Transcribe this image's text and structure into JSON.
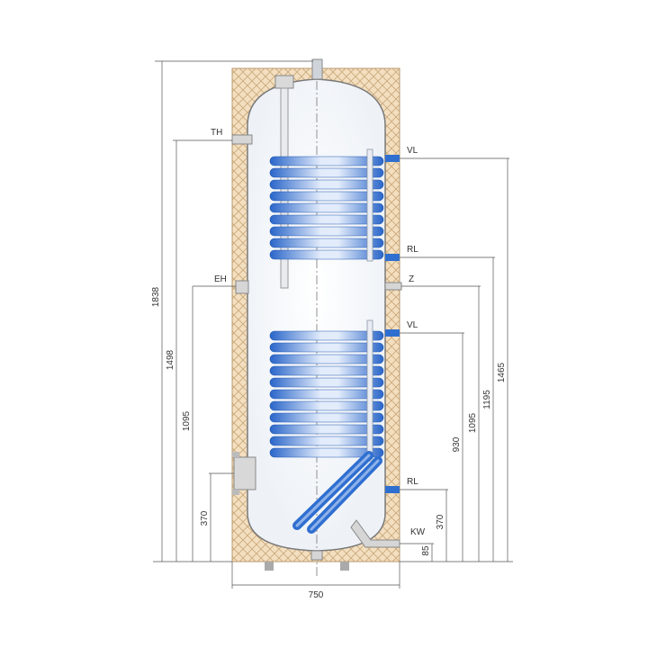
{
  "diagram": {
    "connection_labels": {
      "th": "TH",
      "vl_upper": "VL",
      "rl_upper": "RL",
      "eh": "EH",
      "z": "Z",
      "vl_lower": "VL",
      "rl_lower": "RL",
      "kw": "KW"
    },
    "dimensions": {
      "total_height": "1838",
      "th_height": "1498",
      "eh_height": "1095",
      "flange_height": "370",
      "width": "750",
      "vl_upper_height": "1465",
      "rl_upper_height": "1195",
      "z_height": "1095",
      "vl_lower_height": "930",
      "rl_lower_height": "370",
      "kw_height": "85"
    },
    "colors": {
      "insulation": "#f2dcb8",
      "insulation_hatch": "#c9a77a",
      "coil": "#2f6fd0",
      "coil_light": "#cfe0fb",
      "tank_outline": "#7a7a7a"
    }
  }
}
